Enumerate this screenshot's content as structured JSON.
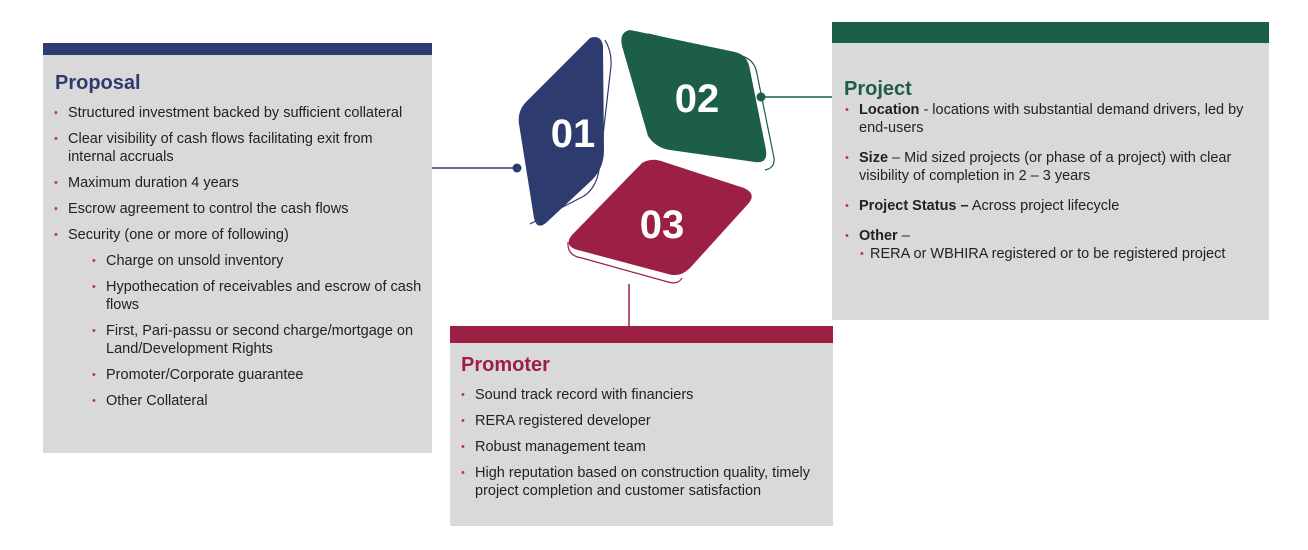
{
  "proposal": {
    "title": "Proposal",
    "items": [
      "Structured investment backed by sufficient collateral",
      "Clear visibility of cash flows facilitating exit from internal accruals",
      "Maximum duration 4 years",
      "Escrow agreement to control the cash flows",
      "Security (one or more of following)"
    ],
    "sub_items": [
      "Charge on unsold inventory",
      "Hypothecation of receivables and escrow of cash flows",
      "First, Pari-passu or second charge/mortgage on Land/Development Rights",
      "Promoter/Corporate guarantee",
      "Other Collateral"
    ]
  },
  "project": {
    "title": "Project",
    "items": [
      {
        "label": "Location",
        "text": " - locations with substantial demand drivers, led by end-users"
      },
      {
        "label": "Size",
        "text": " – Mid sized projects (or phase of a project) with clear visibility of completion in 2 – 3 years"
      },
      {
        "label": "Project Status –",
        "text": " Across project lifecycle"
      },
      {
        "label": "Other",
        "text": " –"
      }
    ],
    "sub_item": "RERA  or WBHIRA registered or to be registered project"
  },
  "promoter": {
    "title": "Promoter",
    "items": [
      "Sound track record with financiers",
      "RERA registered developer",
      "Robust management team",
      "High reputation based on construction quality, timely project completion and customer satisfaction"
    ]
  },
  "graphic": {
    "numbers": [
      "01",
      "02",
      "03"
    ]
  },
  "colors": {
    "navy": "#2e3b6e",
    "green": "#1c5e48",
    "crimson": "#9b2044",
    "panel": "#d9d9d9",
    "bullet": "#b03a5b"
  }
}
